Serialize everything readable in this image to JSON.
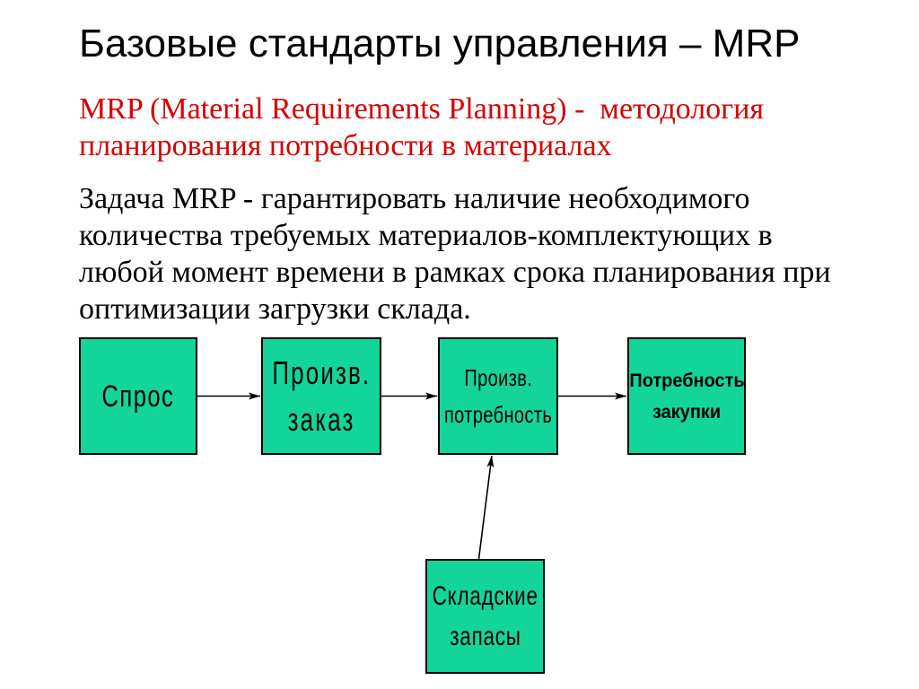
{
  "slide": {
    "title": "Базовые стандарты управления – MRP",
    "definition_lines": [
      "MRP (Material Requirements Planning) -  методология",
      "планирования потребности в материалах"
    ],
    "task_lines": [
      "Задача MRP - гарантировать наличие необходимого",
      "количества требуемых материалов-комплектующих в",
      "любой момент времени в рамках срока планирования при",
      "оптимизации загрузки склада."
    ]
  },
  "diagram": {
    "nodes": [
      {
        "lines": [
          "Спрос"
        ]
      },
      {
        "lines": [
          "Произв.",
          "заказ"
        ]
      },
      {
        "lines": [
          "Произв.",
          "потребность"
        ]
      },
      {
        "lines": [
          "Потребность",
          "закупки"
        ]
      },
      {
        "lines": [
          "Складские",
          "запасы"
        ]
      }
    ],
    "edges": [
      {
        "from": 0,
        "to": 1
      },
      {
        "from": 1,
        "to": 2
      },
      {
        "from": 2,
        "to": 3
      },
      {
        "from": 4,
        "to": 2
      }
    ]
  },
  "colors": {
    "definition_text": "#d20000",
    "node_fill": "#13d59b",
    "node_border": "#000000",
    "arrow": "#000000"
  }
}
